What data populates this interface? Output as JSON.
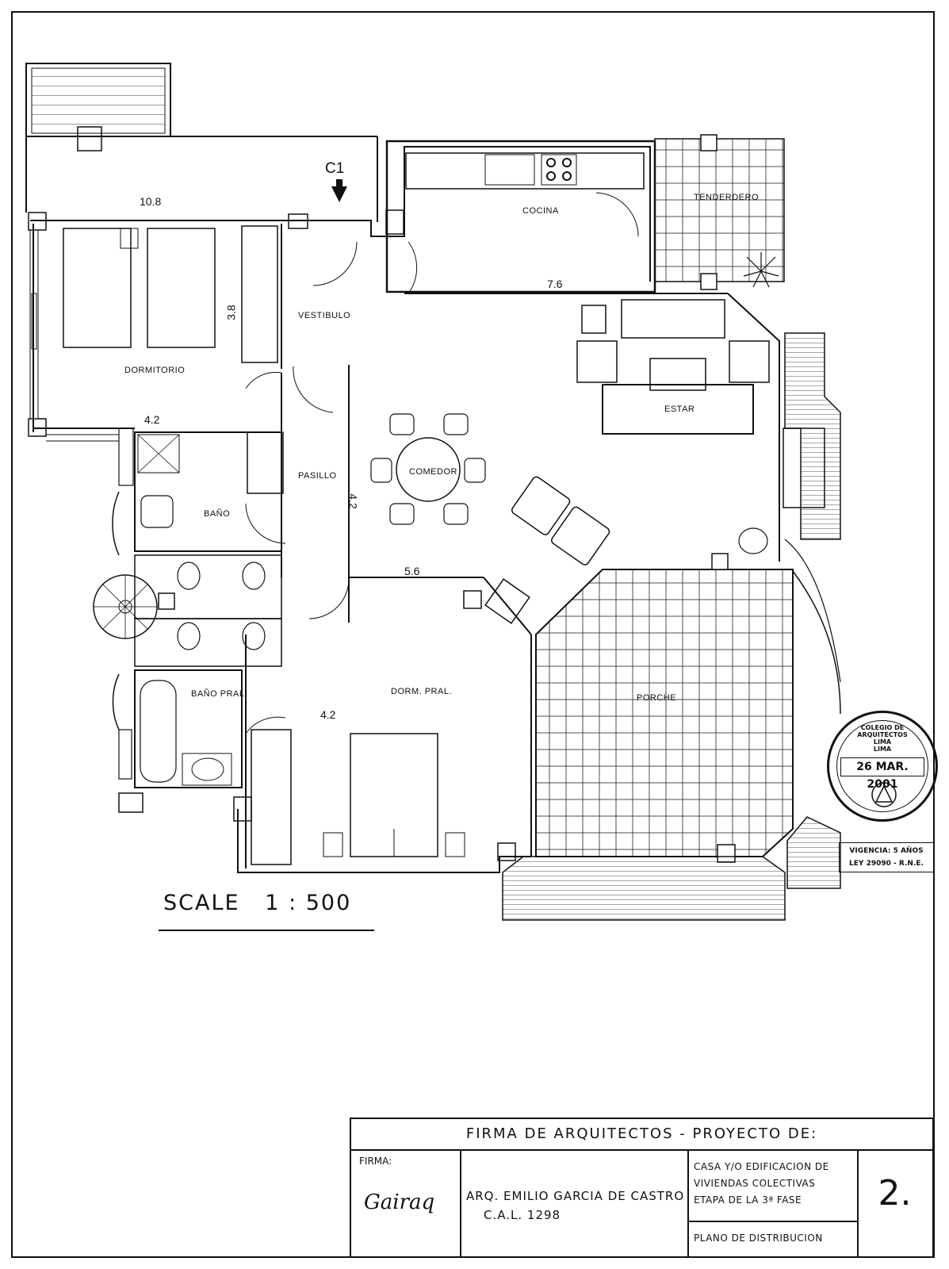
{
  "plan": {
    "rooms": {
      "dormitorio": "DORMITORIO",
      "vestibulo": "VESTIBULO",
      "cocina": "COCINA",
      "tenderdero": "TENDERDERO",
      "estar": "ESTAR",
      "comedor": "COMEDOR",
      "pasillo": "PASILLO",
      "bano": "BAÑO",
      "bano_pral": "BAÑO PRAL.",
      "dorm_pral": "DORM. PRAL.",
      "porche": "PORCHE"
    },
    "dimensions": {
      "d_10_8": "10.8",
      "d_3_8": "3.8",
      "d_4_2_a": "4.2",
      "d_4_2_b": "4.2",
      "d_4_2_c": "4.2",
      "d_7_6": "7.6",
      "d_5_6": "5.6"
    },
    "entry_marker": "C1"
  },
  "scale_label": "SCALE   1 : 500",
  "title_block": {
    "header": "FIRMA DE ARQUITECTOS - PROYECTO DE:",
    "firma_label": "FIRMA:",
    "signature": "Gairaq",
    "architect": "ARQ. EMILIO GARCIA DE CASTRO",
    "license": "C.A.L. 1298",
    "project_line1": "CASA Y/O EDIFICACION DE",
    "project_line2": "VIVIENDAS COLECTIVAS",
    "project_line3": "ETAPA DE LA 3ª FASE",
    "drawing_title": "PLANO DE DISTRIBUCION",
    "sheet_number": "2."
  },
  "stamp": {
    "line1": "COLEGIO DE",
    "line2": "ARQUITECTOS",
    "line3": "LIMA",
    "line4": "LIMA",
    "date": "26 MAR. 2001",
    "validity": "VIGENCIA: 5 AÑOS",
    "law": "LEY 29090 - R.N.E."
  }
}
